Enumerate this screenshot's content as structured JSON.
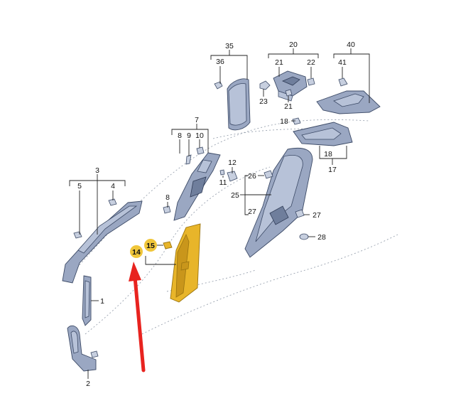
{
  "labels": {
    "l35": "35",
    "l36": "36",
    "l20": "20",
    "l21a": "21",
    "l22": "22",
    "l23": "23",
    "l21b": "21",
    "l40": "40",
    "l41": "41",
    "l18a": "18",
    "l18b": "18",
    "l17": "17",
    "l7": "7",
    "l8a": "8",
    "l9": "9",
    "l10": "10",
    "l12": "12",
    "l11": "11",
    "l26": "26",
    "l25": "25",
    "l27a": "27",
    "l27b": "27",
    "l28": "28",
    "l3": "3",
    "l5": "5",
    "l4": "4",
    "l8b": "8",
    "l14": "14",
    "l15": "15",
    "l1": "1",
    "l2": "2"
  },
  "colors": {
    "highlight_badge": "#f0c63a",
    "highlight_part": "#e8b52a",
    "arrow": "#e8231f",
    "part_fill": "#9aa7c2"
  },
  "highlighted_parts": [
    "14",
    "15"
  ]
}
